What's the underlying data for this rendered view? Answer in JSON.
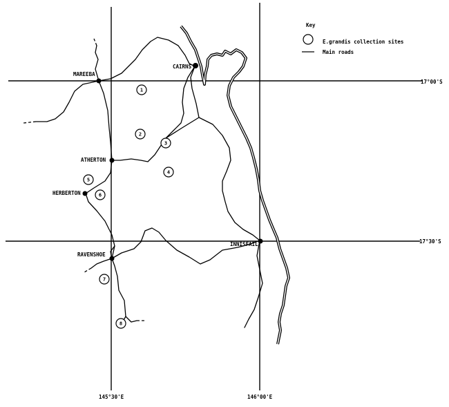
{
  "key": {
    "title": "Key",
    "sites_label": "E.grandis collection sites",
    "roads_label": "Main roads"
  },
  "latitudes": [
    {
      "label": "17°00'S"
    },
    {
      "label": "17°30'S"
    }
  ],
  "longitudes": [
    {
      "label": "145°30'E"
    },
    {
      "label": "146°00'E"
    }
  ],
  "towns": [
    {
      "name": "MAREEBA"
    },
    {
      "name": "CAIRNS"
    },
    {
      "name": "ATHERTON"
    },
    {
      "name": "HERBERTON"
    },
    {
      "name": "RAVENSHOE"
    },
    {
      "name": "INNISFAIL"
    }
  ],
  "sites": [
    "1",
    "2",
    "3",
    "4",
    "5",
    "6",
    "7",
    "8"
  ]
}
